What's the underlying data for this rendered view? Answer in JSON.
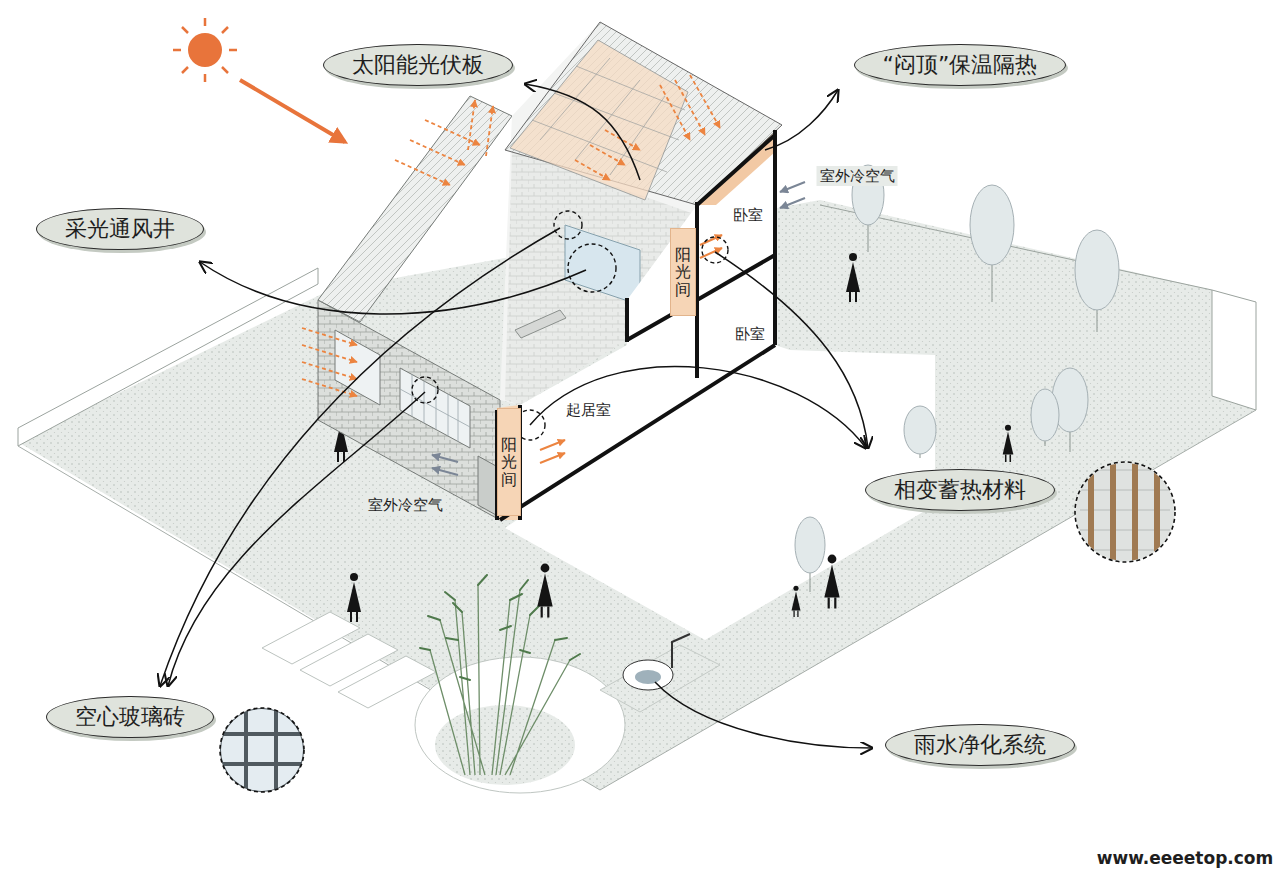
{
  "diagram": {
    "nodes": [
      {
        "text": [
          "太阳能光伏板"
        ]
      },
      {
        "text": [
          "“闷顶”保温隔热"
        ]
      },
      {
        "text": [
          "采光通风井"
        ]
      },
      {
        "text": [
          "阳光间"
        ]
      },
      {
        "text": [
          "阳光间"
        ]
      },
      {
        "text": [
          "相变蓄热材料"
        ]
      },
      {
        "text": [
          "空心玻璃砖"
        ]
      },
      {
        "text": [
          "雨水净化系统"
        ]
      }
    ],
    "labels": [
      "室外冷空气",
      "卧室",
      "卧室",
      "起居室",
      "室外冷空气",
      "www.eeeetop.com"
    ]
  }
}
